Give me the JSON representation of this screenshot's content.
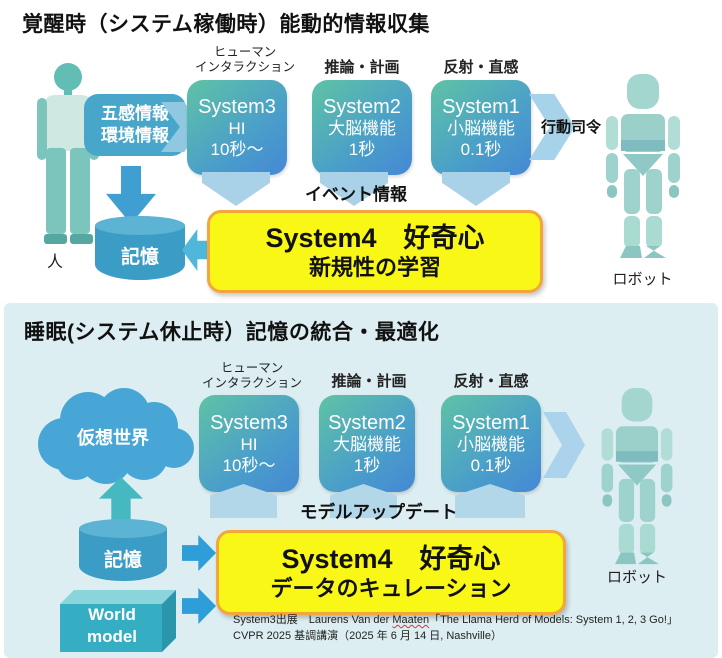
{
  "colors": {
    "system_box_gradient_start": "#5fc3a5",
    "system_box_gradient_end": "#4588d4",
    "yellow_box": "#f9f715",
    "yellow_border": "#f3a63b",
    "panel_bg": "#dceef1",
    "blue_arrow": "#3f9fd2",
    "light_arrow": "#a9d2e8",
    "teal_arrow": "#46b8c0",
    "cylinder": "#3b9dc6",
    "cloud": "#47a6d6"
  },
  "top": {
    "title": "覚醒時（システム稼働時）能動的情報収集",
    "human_label": "人",
    "robot_label": "ロボット",
    "input_box": {
      "line1": "五感情報",
      "line2": "環境情報"
    },
    "systems": [
      {
        "cap1": "ヒューマン",
        "cap2": "インタラクション",
        "name": "System3",
        "func": "HI",
        "time": "10秒～"
      },
      {
        "cap1": "推論・計画",
        "cap2": "",
        "name": "System2",
        "func": "大脳機能",
        "time": "1秒"
      },
      {
        "cap1": "反射・直感",
        "cap2": "",
        "name": "System1",
        "func": "小脳機能",
        "time": "0.1秒"
      }
    ],
    "event_label": "イベント情報",
    "action_label": "行動司令",
    "memory_label": "記憶",
    "system4": {
      "line1": "System4　好奇心",
      "line2": "新規性の学習"
    }
  },
  "bottom": {
    "title": "睡眠(システム休止時）記憶の統合・最適化",
    "cloud_label": "仮想世界",
    "memory_label": "記憶",
    "world_model": {
      "line1": "World",
      "line2": "model"
    },
    "systems": [
      {
        "cap1": "ヒューマン",
        "cap2": "インタラクション",
        "name": "System3",
        "func": "HI",
        "time": "10秒～"
      },
      {
        "cap1": "推論・計画",
        "cap2": "",
        "name": "System2",
        "func": "大脳機能",
        "time": "1秒"
      },
      {
        "cap1": "反射・直感",
        "cap2": "",
        "name": "System1",
        "func": "小脳機能",
        "time": "0.1秒"
      }
    ],
    "update_label": "モデルアップデート",
    "system4": {
      "line1": "System4　好奇心",
      "line2": "データのキュレーション"
    },
    "robot_label": "ロボット",
    "citation": {
      "line1_pre": "System3出展　Laurens Van der ",
      "line1_name": "Maaten",
      "line1_post": "「The Llama Herd of Models: System 1, 2, 3 Go!」",
      "line2": "CVPR 2025 基調講演（2025 年 6 月 14 日, Nashville）"
    }
  }
}
